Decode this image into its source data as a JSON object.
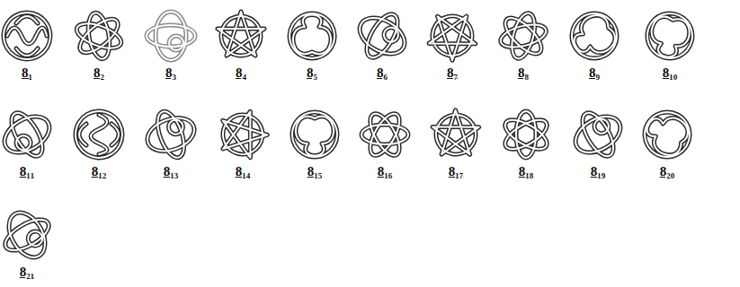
{
  "diagram": {
    "labels": [
      "8₁",
      "8₂",
      "8₃",
      "8₄",
      "8₅",
      "8₆",
      "8₇",
      "8₈",
      "8₉",
      "8₁₀",
      "8₁₁",
      "8₁₂",
      "8₁₃",
      "8₁₄",
      "8₁₅",
      "8₁₆",
      "8₁₇",
      "8₁₈",
      "8₁₉",
      "8₂₀",
      "8₂₁"
    ]
  }
}
